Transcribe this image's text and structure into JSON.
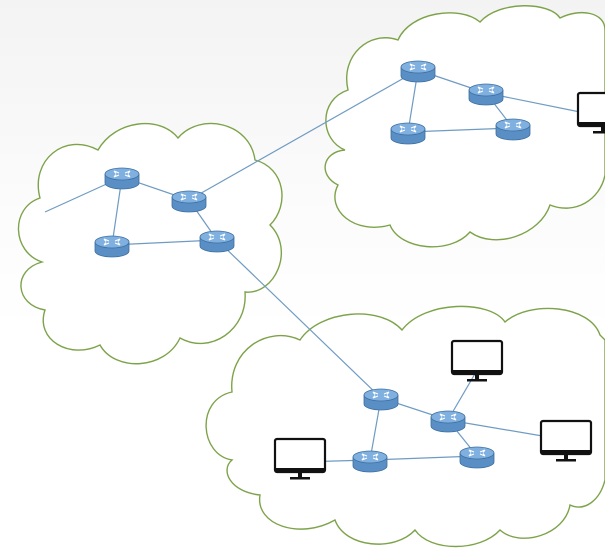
{
  "diagram": {
    "clouds": [
      {
        "id": "cloud-left"
      },
      {
        "id": "cloud-top-right"
      },
      {
        "id": "cloud-bottom"
      }
    ],
    "routers": [
      {
        "id": "r-left-1"
      },
      {
        "id": "r-left-2"
      },
      {
        "id": "r-left-3"
      },
      {
        "id": "r-left-4"
      },
      {
        "id": "r-top-1"
      },
      {
        "id": "r-top-2"
      },
      {
        "id": "r-top-3"
      },
      {
        "id": "r-top-4"
      },
      {
        "id": "r-bottom-1"
      },
      {
        "id": "r-bottom-2"
      },
      {
        "id": "r-bottom-3"
      },
      {
        "id": "r-bottom-4"
      }
    ],
    "hosts": [
      {
        "id": "host-top-right"
      },
      {
        "id": "host-bottom-top"
      },
      {
        "id": "host-bottom-right"
      },
      {
        "id": "host-bottom-left"
      }
    ],
    "links": [
      [
        "r-left-1",
        "r-left-2"
      ],
      [
        "r-left-1",
        "r-left-3"
      ],
      [
        "r-left-2",
        "r-left-4"
      ],
      [
        "r-left-3",
        "r-left-4"
      ],
      [
        "r-left-2",
        "r-top-1"
      ],
      [
        "r-top-1",
        "r-top-2"
      ],
      [
        "r-top-1",
        "r-top-3"
      ],
      [
        "r-top-3",
        "r-top-4"
      ],
      [
        "r-top-2",
        "r-top-4"
      ],
      [
        "r-top-2",
        "host-top-right"
      ],
      [
        "r-left-4",
        "r-bottom-1"
      ],
      [
        "r-bottom-1",
        "r-bottom-2"
      ],
      [
        "r-bottom-1",
        "r-bottom-3"
      ],
      [
        "r-bottom-2",
        "r-bottom-4"
      ],
      [
        "r-bottom-3",
        "r-bottom-4"
      ],
      [
        "r-bottom-2",
        "host-bottom-top"
      ],
      [
        "r-bottom-2",
        "host-bottom-right"
      ],
      [
        "r-bottom-3",
        "host-bottom-left"
      ]
    ],
    "colors": {
      "cloud_outline": "#7da34a",
      "link": "#6f9bc3",
      "router": "#5a8fc6",
      "monitor": "#111111"
    }
  }
}
